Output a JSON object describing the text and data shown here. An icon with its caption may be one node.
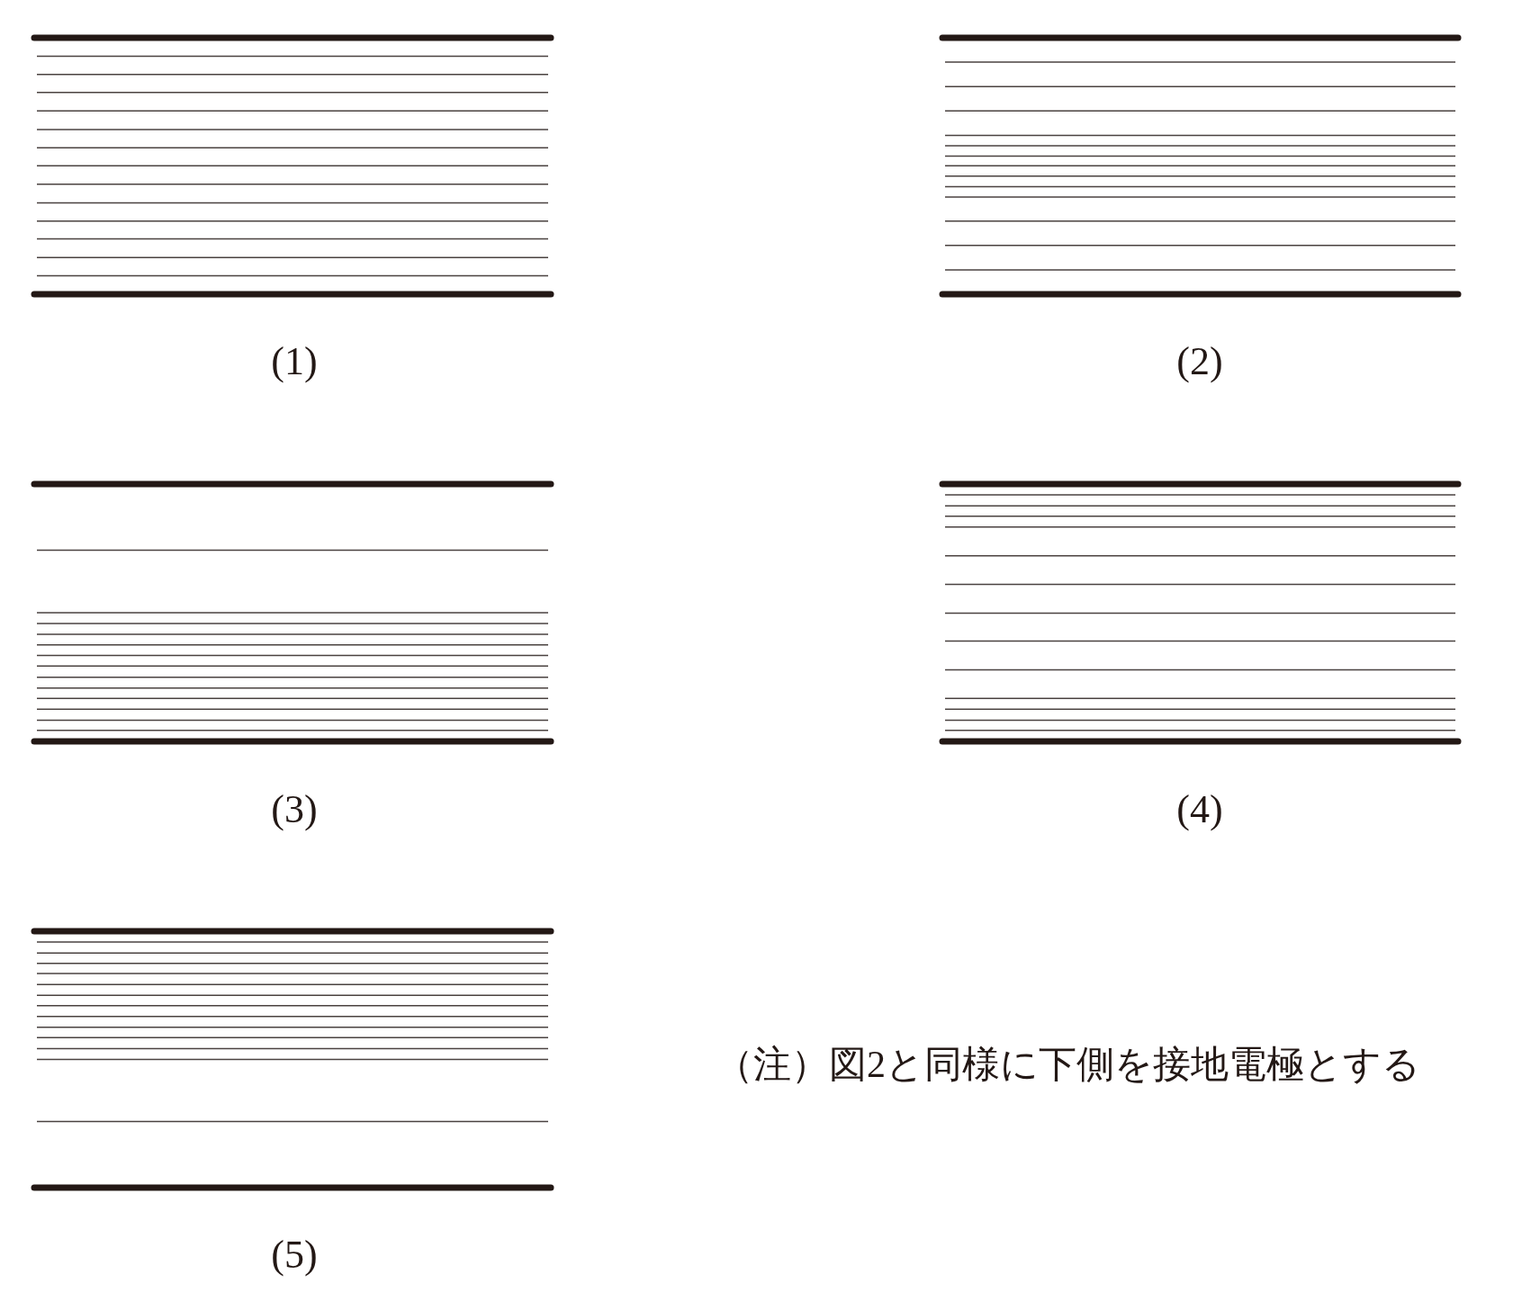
{
  "diagram": {
    "labels": [
      "(1)",
      "(2)",
      "(3)",
      "(4)",
      "(5)",
      "（注）図2と同様に下側を接地電極とする"
    ]
  }
}
